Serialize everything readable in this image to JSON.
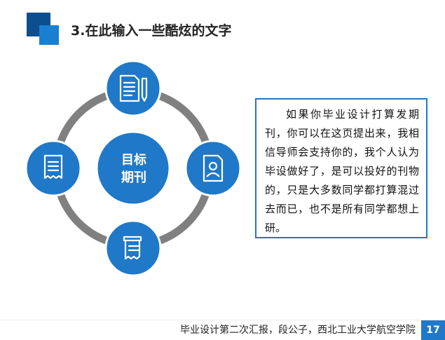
{
  "header": {
    "title": "3.在此输入一些酷炫的文字"
  },
  "diagram": {
    "center_label_line1": "目标",
    "center_label_line2": "期刊",
    "nodes": [
      {
        "name": "top",
        "icon": "document-pencil-icon"
      },
      {
        "name": "left",
        "icon": "receipt-icon"
      },
      {
        "name": "right",
        "icon": "id-card-icon"
      },
      {
        "name": "bottom",
        "icon": "scroll-icon"
      }
    ]
  },
  "textbox": {
    "body": "如果你毕业设计打算发期刊，你可以在这页提出来，我相信导师会支持你的，我个人认为毕设做好了，是可以投好的刊物的，只是大多数同学都打算混过去而已，也不是所有同学都想上研。"
  },
  "footer": {
    "text": "毕业设计第二次汇报，段公子，西北工业大学航空学院",
    "page_number": "17"
  },
  "colors": {
    "primary_blue": "#1f78c8",
    "dark_blue": "#0b4f8f",
    "ring_gray": "#808080"
  }
}
